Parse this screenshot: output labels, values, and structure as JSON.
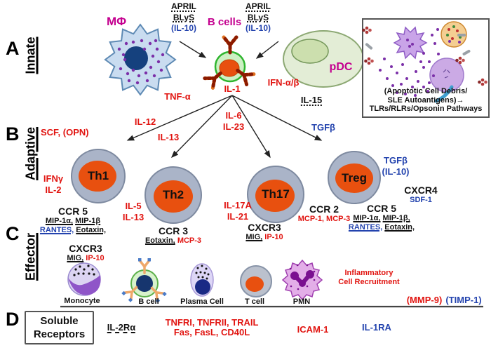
{
  "colors": {
    "magenta": "#C4008F",
    "red": "#E11410",
    "blue": "#2343AE",
    "th_outer_gray": "#AAB4C8",
    "th_inner_orange": "#E8500F"
  },
  "sections": {
    "a": {
      "letter": "A",
      "title": "Innate"
    },
    "b": {
      "letter": "B",
      "title": "Adaptive"
    },
    "c": {
      "letter": "C",
      "title": "Effector"
    },
    "d": {
      "letter": "D"
    }
  },
  "innate": {
    "macrophage": "MΦ",
    "april_left": {
      "l1": "APRIL",
      "l2": "BLyS",
      "l3": "(IL-10)"
    },
    "b_cells": "B cells",
    "april_right": {
      "l1": "APRIL",
      "l2": "BLyS",
      "l3": "(IL-10)"
    },
    "pdc": "pDC",
    "tnf_alpha": "TNF-α",
    "il_1": "IL-1",
    "ifn_ab": "IFN-α/β",
    "il_15": "IL-15",
    "inset": {
      "l1": "(Apoptotic Cell Debris/",
      "l2": "SLE Autoantigens)→",
      "l3": "TLRs/RLRs/Opsonin Pathways"
    }
  },
  "adaptive": {
    "scf_opn": "SCF, (OPN)",
    "il_12": "IL-12",
    "il_13": "IL-13",
    "il_6": "IL-6",
    "il_23": "IL-23",
    "tgfb": "TGFβ",
    "th1": {
      "name": "Th1",
      "c1": "IFNγ",
      "c2": "IL-2"
    },
    "th2": {
      "name": "Th2",
      "c1": "IL-5",
      "c2": "IL-13"
    },
    "th17": {
      "name": "Th17",
      "c1": "IL-17A",
      "c2": "IL-21"
    },
    "treg": {
      "name": "Treg",
      "c1": "TGFβ",
      "c2": "(IL-10)"
    }
  },
  "effector": {
    "ccr5_left": {
      "title": "CCR 5",
      "r1a": "MIP-1α,",
      "r1b": "MIP-1β",
      "r2a": "RANTES,",
      "r2b": "Eotaxin,"
    },
    "cxcr3_left": {
      "title": "CXCR3",
      "a": "MIG,",
      "b": "IP-10"
    },
    "ccr3": {
      "title": "CCR 3",
      "a": "Eotaxin,",
      "b": "MCP-3"
    },
    "cxcr3_right": {
      "title": "CXCR3",
      "a": "MIG,",
      "b": "IP-10"
    },
    "ccr2": {
      "title": "CCR 2",
      "a": "MCP-1,",
      "b": "MCP-3"
    },
    "ccr5_right": {
      "title": "CCR 5",
      "r1a": "MIP-1α,",
      "r1b": "MIP-1β,",
      "r2a": "RANTES,",
      "r2b": "Eotaxin,"
    },
    "cxcr4": {
      "title": "CXCR4",
      "a": "SDF-1"
    },
    "cells": [
      "Monocyte",
      "B cell",
      "Plasma Cell",
      "T cell",
      "PMN"
    ],
    "recruitment": {
      "l1": "Inflammatory",
      "l2": "Cell Recruitment"
    },
    "mmp9": "(MMP-9)",
    "timp1": "(TIMP-1)"
  },
  "soluble": {
    "box_l1": "Soluble",
    "box_l2": "Receptors",
    "il2ra": "IL-2Rα",
    "tnfr_l1": "TNFRI, TNFRII, TRAIL",
    "tnfr_l2": "Fas, FasL, CD40L",
    "icam1": "ICAM-1",
    "il1ra": "IL-1RA"
  }
}
